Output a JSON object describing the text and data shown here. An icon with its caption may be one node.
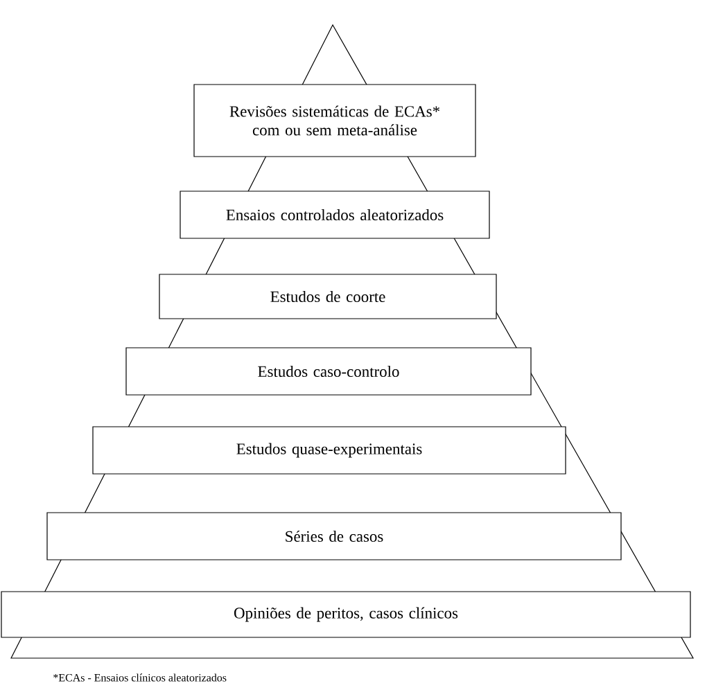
{
  "diagram": {
    "nodes": [
      {
        "text": [
          "Revisões sistemáticas de ECAs* com ou sem meta-análise"
        ]
      },
      {
        "text": [
          "Ensaios controlados aleatorizados"
        ]
      },
      {
        "text": [
          "Estudos de coorte"
        ]
      },
      {
        "text": [
          "Estudos caso-controlo"
        ]
      },
      {
        "text": [
          "Estudos quase-experimentais"
        ]
      },
      {
        "text": [
          "Séries de casos"
        ]
      },
      {
        "text": [
          "Opiniões de peritos, casos clínicos"
        ]
      }
    ],
    "labels": [
      "*ECAs - Ensaios clínicos aleatorizados"
    ]
  }
}
